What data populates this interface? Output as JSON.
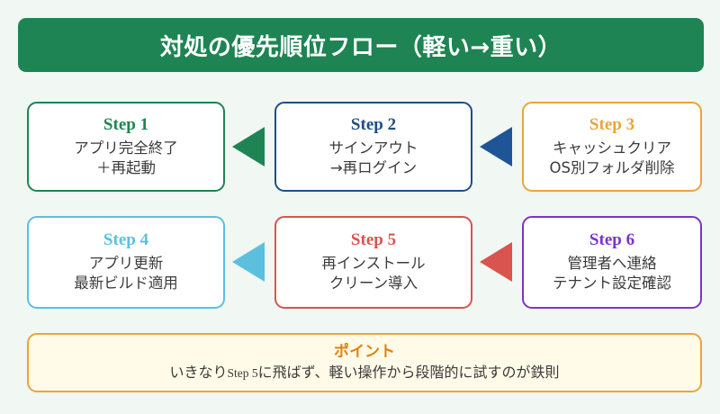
{
  "theme": {
    "background": "#f1f7f3",
    "header_bg": "#1e8453",
    "header_text": "#ffffff",
    "body_text": "#3b3b3b",
    "point_bg": "#fffbe8",
    "point_border": "#eaa43e",
    "point_title": "#e08214"
  },
  "header": {
    "title": "対処の優先順位フロー（軽い→重い）"
  },
  "steps": [
    {
      "id": "step-1",
      "title": "Step 1",
      "line1": "アプリ完全終了",
      "line2": "＋再起動",
      "color": "#1e8453"
    },
    {
      "id": "step-2",
      "title": "Step 2",
      "line1": "サインアウト",
      "line2": "→再ログイン",
      "color": "#1f4e88"
    },
    {
      "id": "step-3",
      "title": "Step 3",
      "line1": "キャッシュクリア",
      "line2": "OS別フォルダ削除",
      "color": "#eaa43e"
    },
    {
      "id": "step-4",
      "title": "Step 4",
      "line1": "アプリ更新",
      "line2": "最新ビルド適用",
      "color": "#5bc0de"
    },
    {
      "id": "step-5",
      "title": "Step 5",
      "line1": "再インストール",
      "line2": "クリーン導入",
      "color": "#d9534f"
    },
    {
      "id": "step-6",
      "title": "Step 6",
      "line1": "管理者へ連絡",
      "line2": "テナント設定確認",
      "color": "#7a35c9"
    }
  ],
  "arrows": [
    {
      "id": "arrow-2-to-1",
      "direction": "left",
      "color": "#1e8453"
    },
    {
      "id": "arrow-3-to-2",
      "direction": "left",
      "color": "#1f5596"
    },
    {
      "id": "arrow-5-to-4",
      "direction": "left",
      "color": "#5bc0de"
    },
    {
      "id": "arrow-6-to-5",
      "direction": "left",
      "color": "#d9534f"
    }
  ],
  "point": {
    "title": "ポイント",
    "text_before": "いきなり",
    "text_inline_step": "Step 5",
    "text_after": "に飛ばず、軽い操作から段階的に試すのが鉄則"
  }
}
